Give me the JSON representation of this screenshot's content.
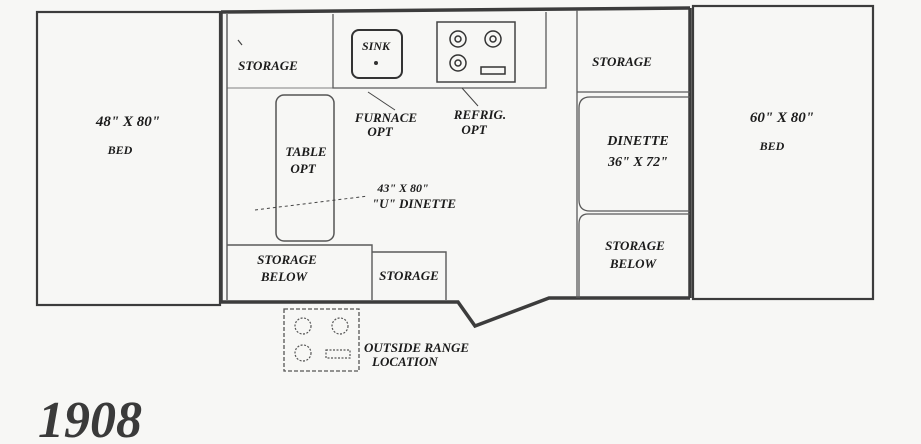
{
  "labels": {
    "left_bed_size": "48\" X 80\"",
    "left_bed": "BED",
    "right_bed_size": "60\" X 80\"",
    "right_bed": "BED",
    "storage_top_left": "STORAGE",
    "sink": "SINK",
    "storage_top_right": "STORAGE",
    "furnace_line1": "FURNACE",
    "furnace_line2": "OPT",
    "refrig_line1": "REFRIG.",
    "refrig_line2": "OPT",
    "table_line1": "TABLE",
    "table_line2": "OPT",
    "u_dinette_line1": "43\" X 80\"",
    "u_dinette_line2": "\"U\" DINETTE",
    "dinette_line1": "DINETTE",
    "dinette_line2": "36\" X 72\"",
    "storage_below_left_line1": "STORAGE",
    "storage_below_left_line2": "BELOW",
    "storage_center": "STORAGE",
    "storage_below_right_line1": "STORAGE",
    "storage_below_right_line2": "BELOW",
    "outside_range_line1": "OUTSIDE RANGE",
    "outside_range_line2": "LOCATION",
    "model_number": "1908"
  },
  "colors": {
    "line": "#3c3c3c",
    "thin_line": "#5a5a5a",
    "paper": "#f7f7f5"
  }
}
